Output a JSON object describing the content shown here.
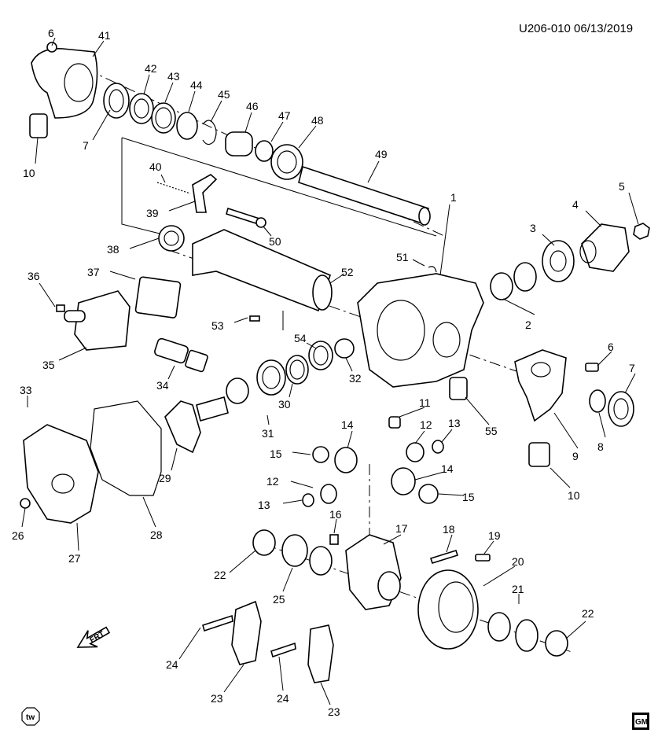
{
  "header": {
    "code": "U206-010 06/13/2019"
  },
  "callouts": [
    "1",
    "2",
    "3",
    "4",
    "5",
    "6",
    "7",
    "8",
    "9",
    "10",
    "11",
    "12",
    "13",
    "14",
    "15",
    "16",
    "17",
    "18",
    "19",
    "20",
    "21",
    "22",
    "23",
    "24",
    "25",
    "26",
    "27",
    "28",
    "29",
    "30",
    "31",
    "32",
    "33",
    "34",
    "35",
    "36",
    "37",
    "38",
    "39",
    "40",
    "41",
    "42",
    "43",
    "44",
    "45",
    "46",
    "47",
    "48",
    "49",
    "50",
    "51",
    "52",
    "53",
    "54",
    "55"
  ],
  "arrow": {
    "label": "FRT"
  },
  "logos": {
    "tw": "tw",
    "gm": "GM"
  }
}
